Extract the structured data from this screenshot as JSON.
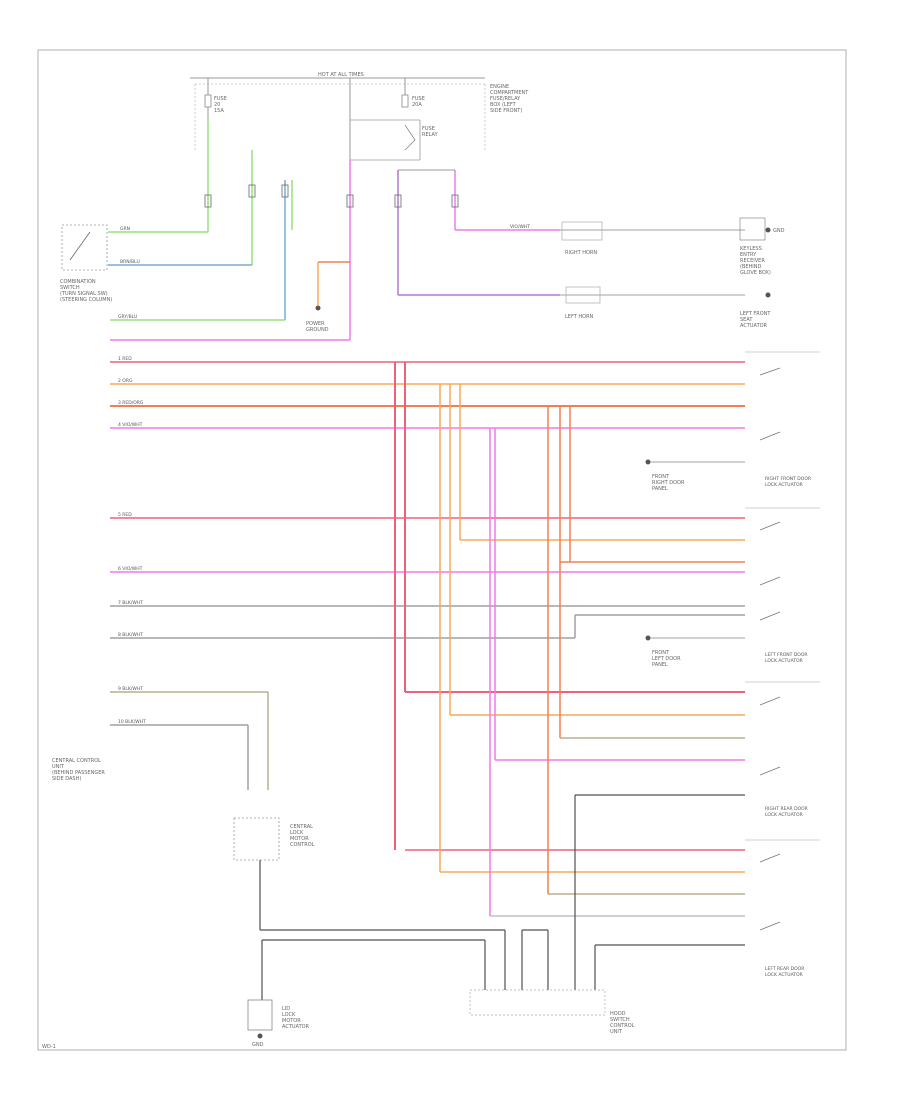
{
  "colors": {
    "red": "#f0607a",
    "orange": "#f7a858",
    "orange_red": "#f08050",
    "pink": "#f07ae8",
    "violet": "#b07ad0",
    "green": "#98e07a",
    "blue": "#7aa8d8",
    "gray": "#a0a0a0",
    "olive": "#b8b090",
    "dark": "#505050",
    "line": "#b0b0b0"
  },
  "labels": {
    "hot_at_all_times": "HOT AT ALL TIMES",
    "fuse_left": "FUSE\n20\n15A",
    "fuse_right": "FUSE\n20A",
    "fuse_relay": "FUSE\nRELAY",
    "engine_compartment": "ENGINE\nCOMPARTMENT\nFUSE/RELAY\nBOX (LEFT\nSIDE FRONT)",
    "combination_switch": "COMBINATION\nSWITCH\n(TURN SIGNAL SW)\n(STEERING COLUMN)",
    "power_ground": "POWER\nGROUND",
    "right_horn": "RIGHT HORN",
    "left_horn": "LEFT HORN",
    "ground_top": "GND",
    "keyless_top": "KEYLESS\nENTRY\nRECEIVER\n(BEHIND\nGLOVE BOX)",
    "keyless_2": "LEFT FRONT\nSEAT\nACTUATOR",
    "rf_door_lock": "RIGHT FRONT DOOR\nLOCK ACTUATOR",
    "lf_door_lock": "LEFT FRONT DOOR\nLOCK ACTUATOR",
    "rr_door_lock": "RIGHT REAR DOOR\nLOCK ACTUATOR",
    "lr_door_lock": "LEFT REAR DOOR\nLOCK ACTUATOR",
    "rf_door_panel": "FRONT\nRIGHT DOOR\nPANEL",
    "lf_door_panel": "FRONT\nLEFT DOOR\nPANEL",
    "central_control": "CENTRAL CONTROL\nUNIT\n(BEHIND PASSENGER\nSIDE DASH)",
    "central_lock_motor": "CENTRAL\nLOCK\nMOTOR\nCONTROL",
    "hood_switch": "HOOD\nSWITCH\nCONTROL\nUNIT",
    "trunk_switch": "LID\nLOCK\nMOTOR\nACTUATOR",
    "ground_bottom": "GND",
    "footer": "WD-1"
  },
  "wires": {
    "w1": "1  RED",
    "w2": "2  ORG",
    "w3": "3  RED/ORG",
    "w4": "4  VIO/WHT",
    "w5": "5  RED",
    "w6": "6  VIO/WHT",
    "w7": "7  BLK/WHT",
    "w8": "8  BLK/WHT",
    "w9": "9  BLK/WHT",
    "w10": "10  BLK/WHT",
    "grn": "GRN",
    "blu": "BRN/BLU",
    "gry": "GRY/BLU",
    "vio": "VIO/WHT"
  }
}
